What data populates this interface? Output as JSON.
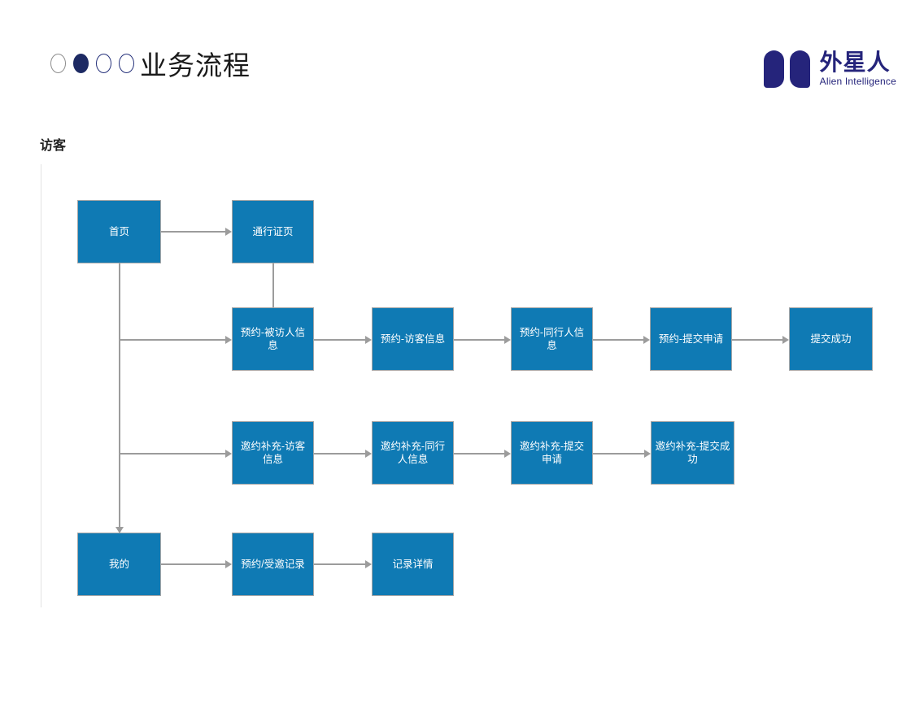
{
  "header": {
    "title": "业务流程",
    "dots": [
      {
        "name": "dot-1",
        "state": "outline-gray"
      },
      {
        "name": "dot-2",
        "state": "filled-navy"
      },
      {
        "name": "dot-3",
        "state": "outline-navy"
      },
      {
        "name": "dot-4",
        "state": "outline-navy"
      }
    ],
    "logo": {
      "cn": "外星人",
      "en": "Alien Intelligence",
      "color": "#25247b"
    }
  },
  "diagram": {
    "section_label": "访客",
    "node_fill": "#0f7ab4",
    "node_border": "#a6a6a6",
    "connector_color": "#9c9c9c",
    "rows": [
      {
        "name": "row-entry",
        "nodes": [
          {
            "id": "home",
            "label": "首页"
          },
          {
            "id": "pass-page",
            "label": "通行证页"
          }
        ]
      },
      {
        "name": "row-appointment",
        "nodes": [
          {
            "id": "appt-visitee-info",
            "label": "预约-被访人信息"
          },
          {
            "id": "appt-visitor-info",
            "label": "预约-访客信息"
          },
          {
            "id": "appt-companion-info",
            "label": "预约-同行人信息"
          },
          {
            "id": "appt-submit",
            "label": "预约-提交申请"
          },
          {
            "id": "appt-success",
            "label": "提交成功"
          }
        ]
      },
      {
        "name": "row-invite-supplement",
        "nodes": [
          {
            "id": "invite-visitor-info",
            "label": "邀约补充-访客信息"
          },
          {
            "id": "invite-companion-info",
            "label": "邀约补充-同行人信息"
          },
          {
            "id": "invite-submit",
            "label": "邀约补充-提交申请"
          },
          {
            "id": "invite-success",
            "label": "邀约补充-提交成功"
          }
        ]
      },
      {
        "name": "row-mine",
        "nodes": [
          {
            "id": "mine",
            "label": "我的"
          },
          {
            "id": "appt-invite-records",
            "label": "预约/受邀记录"
          },
          {
            "id": "record-detail",
            "label": "记录详情"
          }
        ]
      }
    ]
  }
}
